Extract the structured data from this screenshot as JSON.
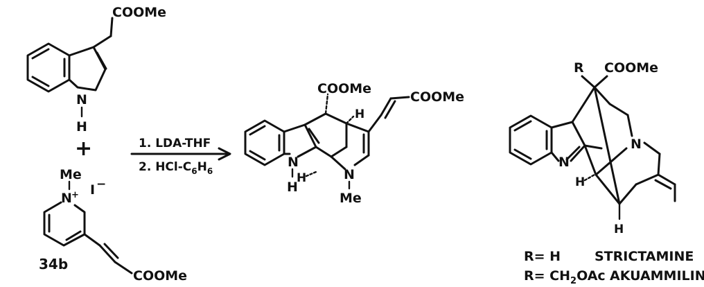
{
  "reactants": {
    "indole_ester": {
      "ester_label": "COOMe",
      "nh_label": "N",
      "h_label": "H"
    },
    "plus_sign": "+",
    "pyridinium": {
      "methyl_label": "Me",
      "n_label": "N",
      "charge_label": "+",
      "counterion_label": "I",
      "counterion_charge": "−",
      "ester_label": "COOMe",
      "compound_number": "34b"
    }
  },
  "arrow": {
    "step1": "1. LDA-THF",
    "step2_prefix": "2. HCl-C",
    "step2_sub1": "6",
    "step2_mid": "H",
    "step2_sub2": "6"
  },
  "product": {
    "ester_top_label": "COOMe",
    "ester_right_label": "COOMe",
    "h_top_label": "H",
    "nh_n_label": "N",
    "nh_h_label": "H",
    "h_left_label": "H",
    "n_label": "N",
    "methyl_label": "Me"
  },
  "target": {
    "r_label": "R",
    "ester_label": "COOMe",
    "n_indolenine_label": "N",
    "n_ring_label": "N",
    "h_left_label": "H",
    "h_bottom_label": "H",
    "legend": [
      {
        "r_eq": "R= H",
        "name": "STRICTAMINE"
      },
      {
        "r_eq": "R= CH",
        "sub": "2",
        "r_rest": "OAc",
        "name": "AKUAMMILINE"
      }
    ]
  }
}
